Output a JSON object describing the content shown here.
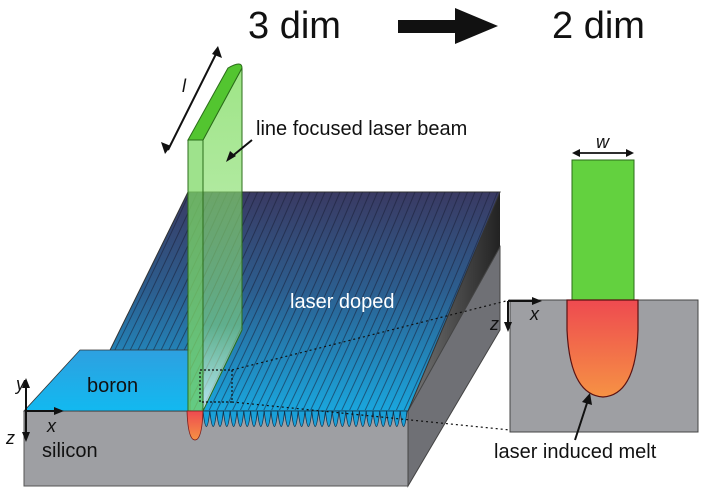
{
  "header": {
    "from_label": "3 dim",
    "to_label": "2 dim"
  },
  "labels": {
    "beam_length": "l",
    "beam_label": "line focused laser beam",
    "laser_doped": "laser doped",
    "boron": "boron",
    "silicon": "silicon",
    "melt_label": "laser induced melt",
    "beam_width": "w"
  },
  "axes_3d": {
    "y": "y",
    "x": "x",
    "z": "z"
  },
  "axes_2d": {
    "x": "x",
    "z": "z"
  },
  "colors": {
    "silicon_gray": "#9e9fa3",
    "beam_green": "#63d13f",
    "boron_blue": "#19b7ee",
    "doped_dark": "#3b3f66",
    "melt_top": "#ee4b4f",
    "melt_bottom": "#f68d45"
  }
}
